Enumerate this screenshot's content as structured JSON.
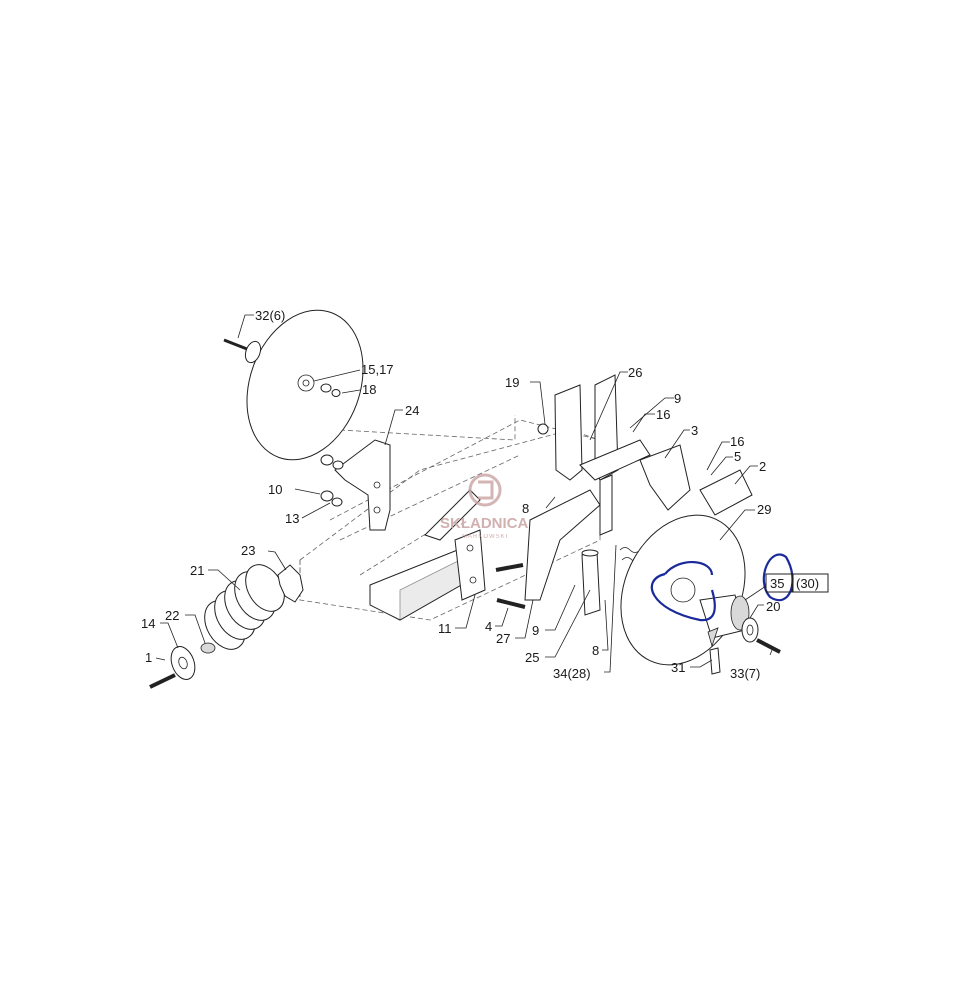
{
  "diagram": {
    "labels": {
      "l32": "32(6)",
      "l15": "15,17",
      "l18": "18",
      "l24": "24",
      "l19": "19",
      "l26": "26",
      "l9a": "9",
      "l16a": "16",
      "l3": "3",
      "l16b": "16",
      "l5": "5",
      "l2": "2",
      "l10": "10",
      "l13": "13",
      "l8a": "8",
      "l29": "29",
      "l23": "23",
      "l21": "21",
      "l35": "35",
      "l30": "(30)",
      "l20": "20",
      "l22": "22",
      "l14": "14",
      "l11": "11",
      "l4": "4",
      "l27": "27",
      "l9b": "9",
      "l1": "1",
      "l25": "25",
      "l8b": "8",
      "l31": "31",
      "l33": "33(7)",
      "l34": "34(28)"
    },
    "watermark": {
      "name": "SKŁADNICA",
      "sub": "MARKOWSKI",
      "colors": {
        "mark": "#c9a3a3",
        "annotation": "#1a2a9a"
      }
    }
  }
}
